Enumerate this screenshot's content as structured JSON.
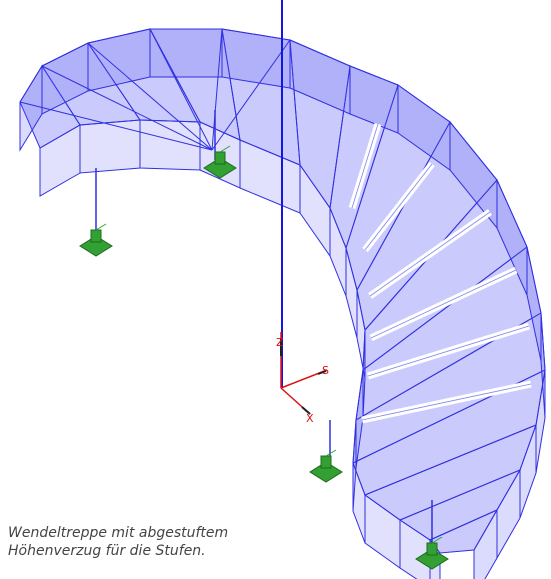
{
  "caption": {
    "line1": "Wendeltreppe mit abgestuftem",
    "line2": "Höhenverzug für die Stufen."
  },
  "axes": {
    "labels": [
      "Z",
      "S",
      "X"
    ]
  },
  "colors": {
    "stair_fill": "#5a5af5",
    "stair_edge": "#3030e0",
    "support_fill": "#33a033",
    "support_edge": "#1d6b1d",
    "axis_red": "#e01010",
    "axis_dark": "#202020",
    "line_blue": "#1515e0"
  }
}
